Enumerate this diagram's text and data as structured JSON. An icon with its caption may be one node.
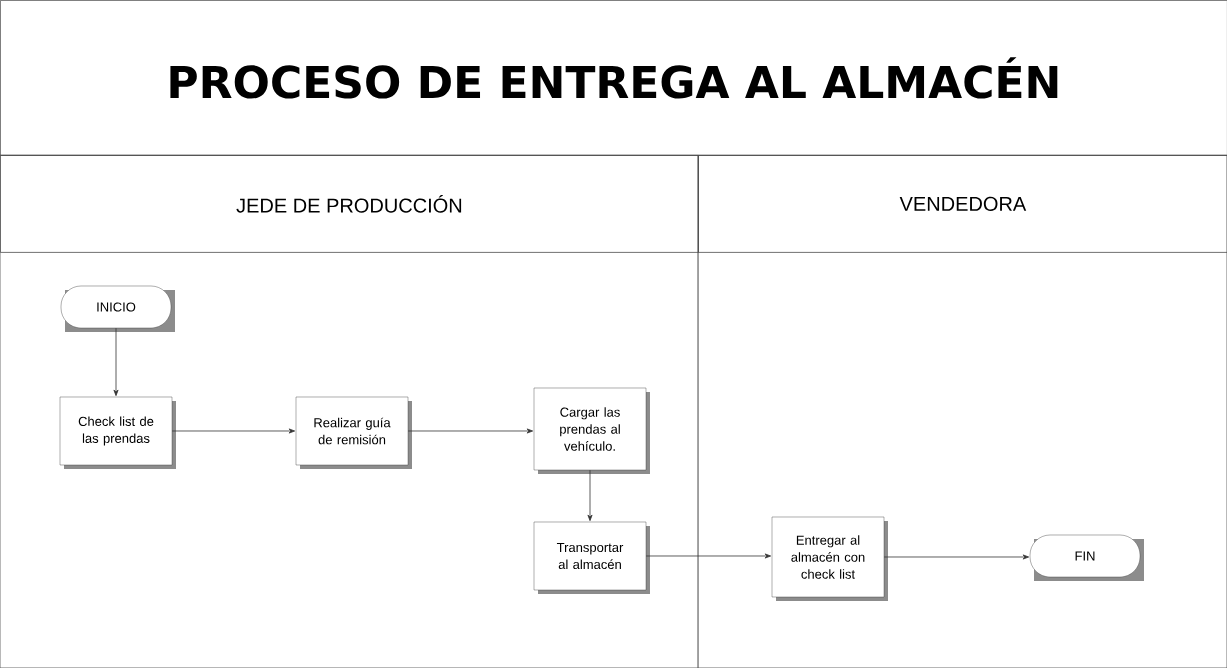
{
  "diagram": {
    "nodes": [
      {
        "text": [
          "PROCESO DE ENTREGA AL ALMACÉN"
        ]
      },
      {
        "text": [
          "JEDE DE PRODUCCIÓN"
        ]
      },
      {
        "text": [
          "VENDEDORA"
        ]
      },
      {
        "text": [
          "INICIO"
        ],
        "in": 1
      },
      {
        "text": [
          "Check list de las prendas"
        ],
        "in": 1
      },
      {
        "text": [
          "Realizar guía de remisión"
        ],
        "in": 1
      },
      {
        "text": [
          "Cargar las prendas al vehículo."
        ],
        "in": 1
      },
      {
        "text": [
          "Transportar al almacén"
        ],
        "in": 1
      },
      {
        "text": [
          "Entregar al almacén con check list"
        ],
        "in": 2
      },
      {
        "text": [
          "FIN"
        ],
        "in": 2
      }
    ],
    "edges": [
      {
        "from": 3,
        "to": 4,
        "arrow": "to"
      },
      {
        "from": 4,
        "to": 5,
        "arrow": "to"
      },
      {
        "from": 5,
        "to": 6,
        "arrow": "to"
      },
      {
        "from": 6,
        "to": 7,
        "arrow": "to"
      },
      {
        "from": 7,
        "to": 8,
        "arrow": "to"
      },
      {
        "from": 8,
        "to": 9,
        "arrow": "to"
      }
    ]
  }
}
